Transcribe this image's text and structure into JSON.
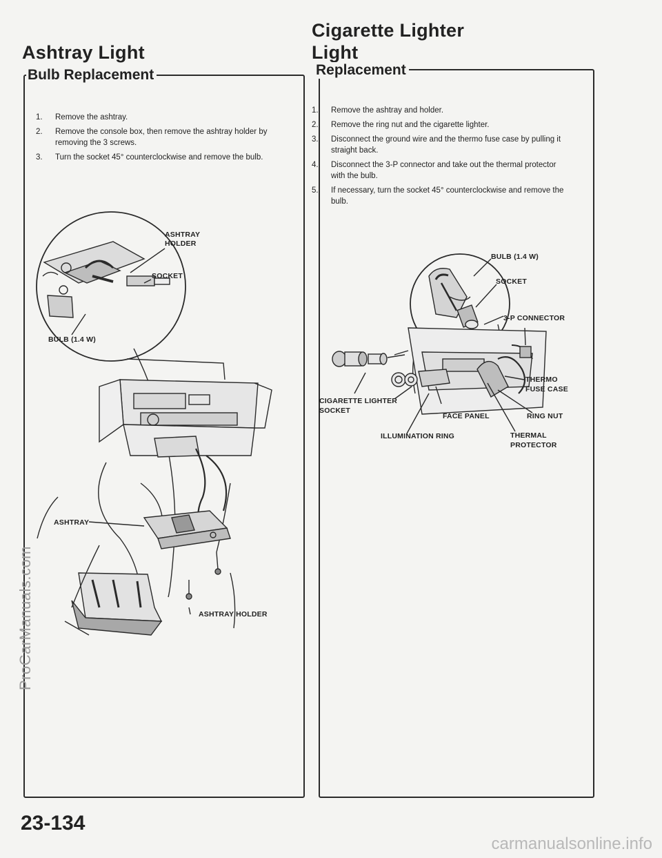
{
  "left": {
    "title": "Ashtray Light",
    "section": "Bulb Replacement",
    "steps": [
      {
        "num": "1.",
        "text": "Remove the ashtray."
      },
      {
        "num": "2.",
        "text": "Remove the console box, then remove the ashtray holder by removing the 3 screws."
      },
      {
        "num": "3.",
        "text": "Turn the socket 45° counterclockwise and remove the bulb."
      }
    ],
    "labels": {
      "ashtray_holder_top": "ASHTRAY\nHOLDER",
      "socket": "SOCKET",
      "bulb": "BULB (1.4 W)",
      "ashtray": "ASHTRAY",
      "ashtray_holder_bottom": "ASHTRAY HOLDER"
    }
  },
  "right": {
    "title_line1": "Cigarette Lighter",
    "title_line2": "Light",
    "section": "Replacement",
    "steps": [
      {
        "num": "1.",
        "text": "Remove the ashtray and holder."
      },
      {
        "num": "2.",
        "text": "Remove the ring nut and the cigarette lighter."
      },
      {
        "num": "3.",
        "text": "Disconnect the ground wire and the thermo fuse case by pulling it straight back."
      },
      {
        "num": "4.",
        "text": "Disconnect the 3-P connector and take out the thermal protector with the bulb."
      },
      {
        "num": "5.",
        "text": "If necessary, turn the socket 45° counterclockwise and remove the bulb."
      }
    ],
    "labels": {
      "bulb": "BULB (1.4 W)",
      "socket": "SOCKET",
      "connector": "3-P CONNECTOR",
      "thermo": "THERMO",
      "fuse_case": "FUSE CASE",
      "cig_lighter": "CIGARETTE LIGHTER",
      "cig_socket": "SOCKET",
      "face_panel": "FACE PANEL",
      "ring_nut": "RING NUT",
      "illumination_ring": "ILLUMINATION RING",
      "thermal": "THERMAL",
      "protector": "PROTECTOR"
    }
  },
  "page_number": "23-134",
  "watermark_side": "ProCarManuals.com",
  "watermark_bottom": "carmanualsonline.info"
}
